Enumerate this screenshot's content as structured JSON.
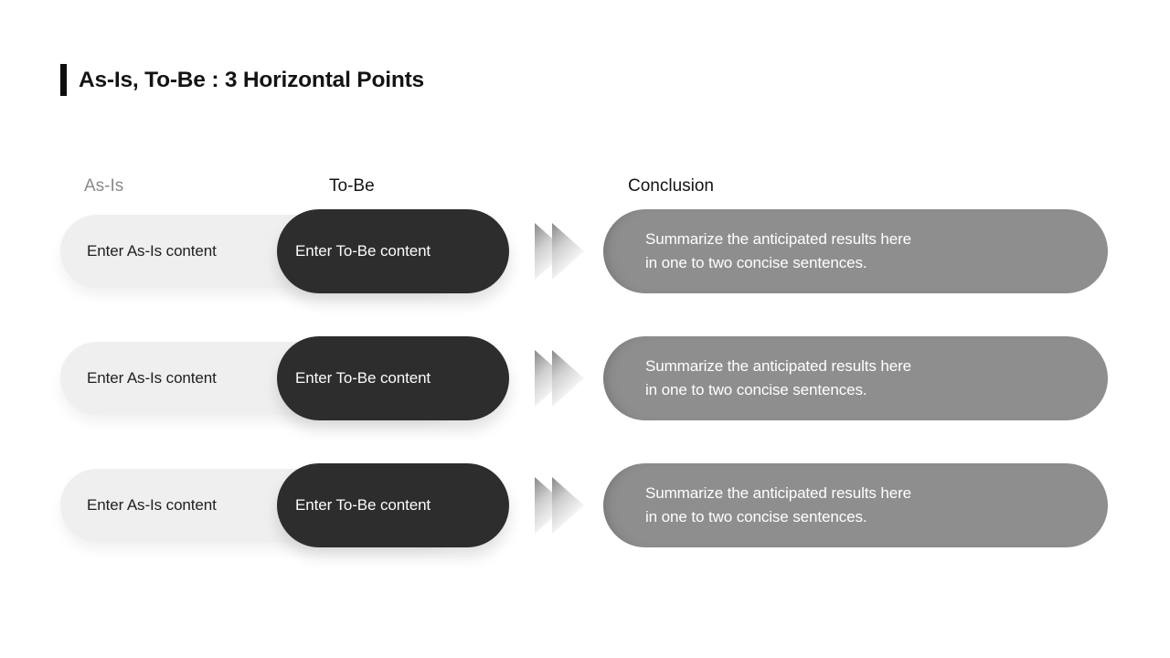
{
  "title": "As-Is, To-Be : 3 Horizontal Points",
  "columns": {
    "as_is": "As-Is",
    "to_be": "To-Be",
    "conclusion": "Conclusion"
  },
  "rows": [
    {
      "as_is_placeholder": "Enter As-Is content",
      "to_be_placeholder": "Enter To-Be content",
      "conclusion_line1": "Summarize the anticipated results here",
      "conclusion_line2": "in one to two concise sentences."
    },
    {
      "as_is_placeholder": "Enter As-Is content",
      "to_be_placeholder": "Enter To-Be content",
      "conclusion_line1": "Summarize the anticipated results here",
      "conclusion_line2": "in one to two concise sentences."
    },
    {
      "as_is_placeholder": "Enter As-Is content",
      "to_be_placeholder": "Enter To-Be content",
      "conclusion_line1": "Summarize the anticipated results here",
      "conclusion_line2": "in one to two concise sentences."
    }
  ],
  "colors": {
    "title_text": "#141414",
    "title_accent_bar": "#0d0d0d",
    "header_muted": "#8a8a8a",
    "as_is_pill_bg": "#efefef",
    "as_is_pill_text": "#1f1f1f",
    "to_be_pill_bg": "#2d2d2d",
    "to_be_pill_text": "#fcfcfc",
    "conclusion_pill_bg": "#8e8e8e",
    "conclusion_pill_text": "#ffffff",
    "arrow_gradient_dark": "#8c8c8c",
    "arrow_gradient_light": "#fdfdfd"
  }
}
